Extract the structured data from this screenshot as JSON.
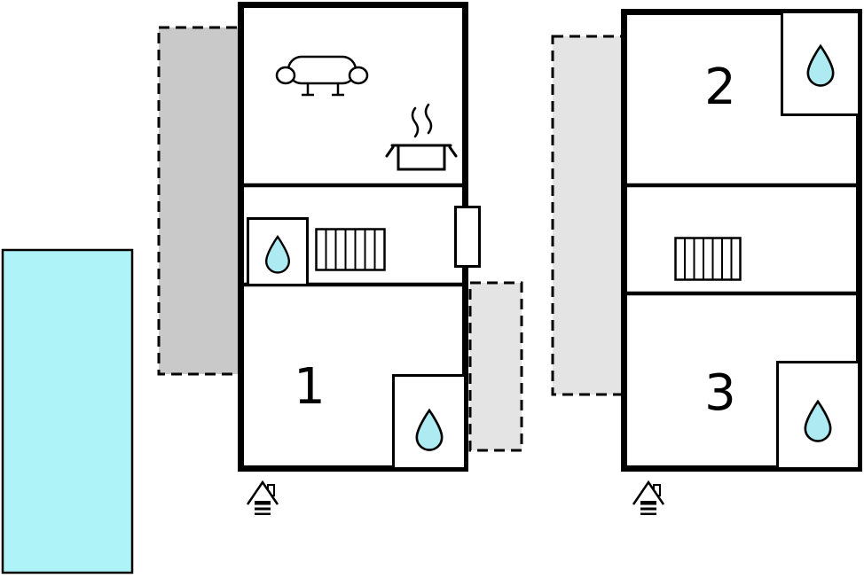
{
  "floorplan": {
    "rooms": {
      "room1": "1",
      "room2": "2",
      "room3": "3"
    }
  },
  "colors": {
    "pool_water": "#aef3f8",
    "water_drop": "#aeeaf2",
    "terrace_dark": "#c9c9c9",
    "terrace_light": "#e4e4e4",
    "outline": "#000000",
    "background": "#ffffff"
  },
  "icons": {
    "sofa": "sofa-icon",
    "cooking_pot": "cooking-pot-icon",
    "water_drop": "water-drop-icon",
    "radiator": "radiator-icon",
    "entrance": "entrance-icon",
    "pool": "pool-shape",
    "door": "door-symbol"
  }
}
